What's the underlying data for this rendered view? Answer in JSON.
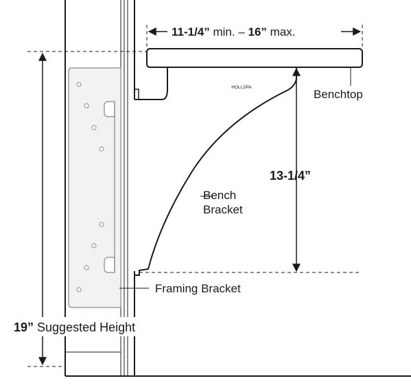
{
  "labels": {
    "width_min_value": "11-1/4”",
    "width_min_text": " min. – ",
    "width_max_value": "16”",
    "width_max_text": " max.",
    "benchtop": "Benchtop",
    "bracket_height": "13-1/4”",
    "bench_bracket_line1": "Bench",
    "bench_bracket_line2": "Bracket",
    "framing_bracket": "Framing Bracket",
    "suggested_height_value": "19”",
    "suggested_height_text": " Suggested Height",
    "brand_mark": "HOLLSPA"
  },
  "colors": {
    "line": "#1a1a1a",
    "background": "#ffffff",
    "plate_fill": "#f2f2f2",
    "plate_stroke": "#9a9a9a"
  }
}
